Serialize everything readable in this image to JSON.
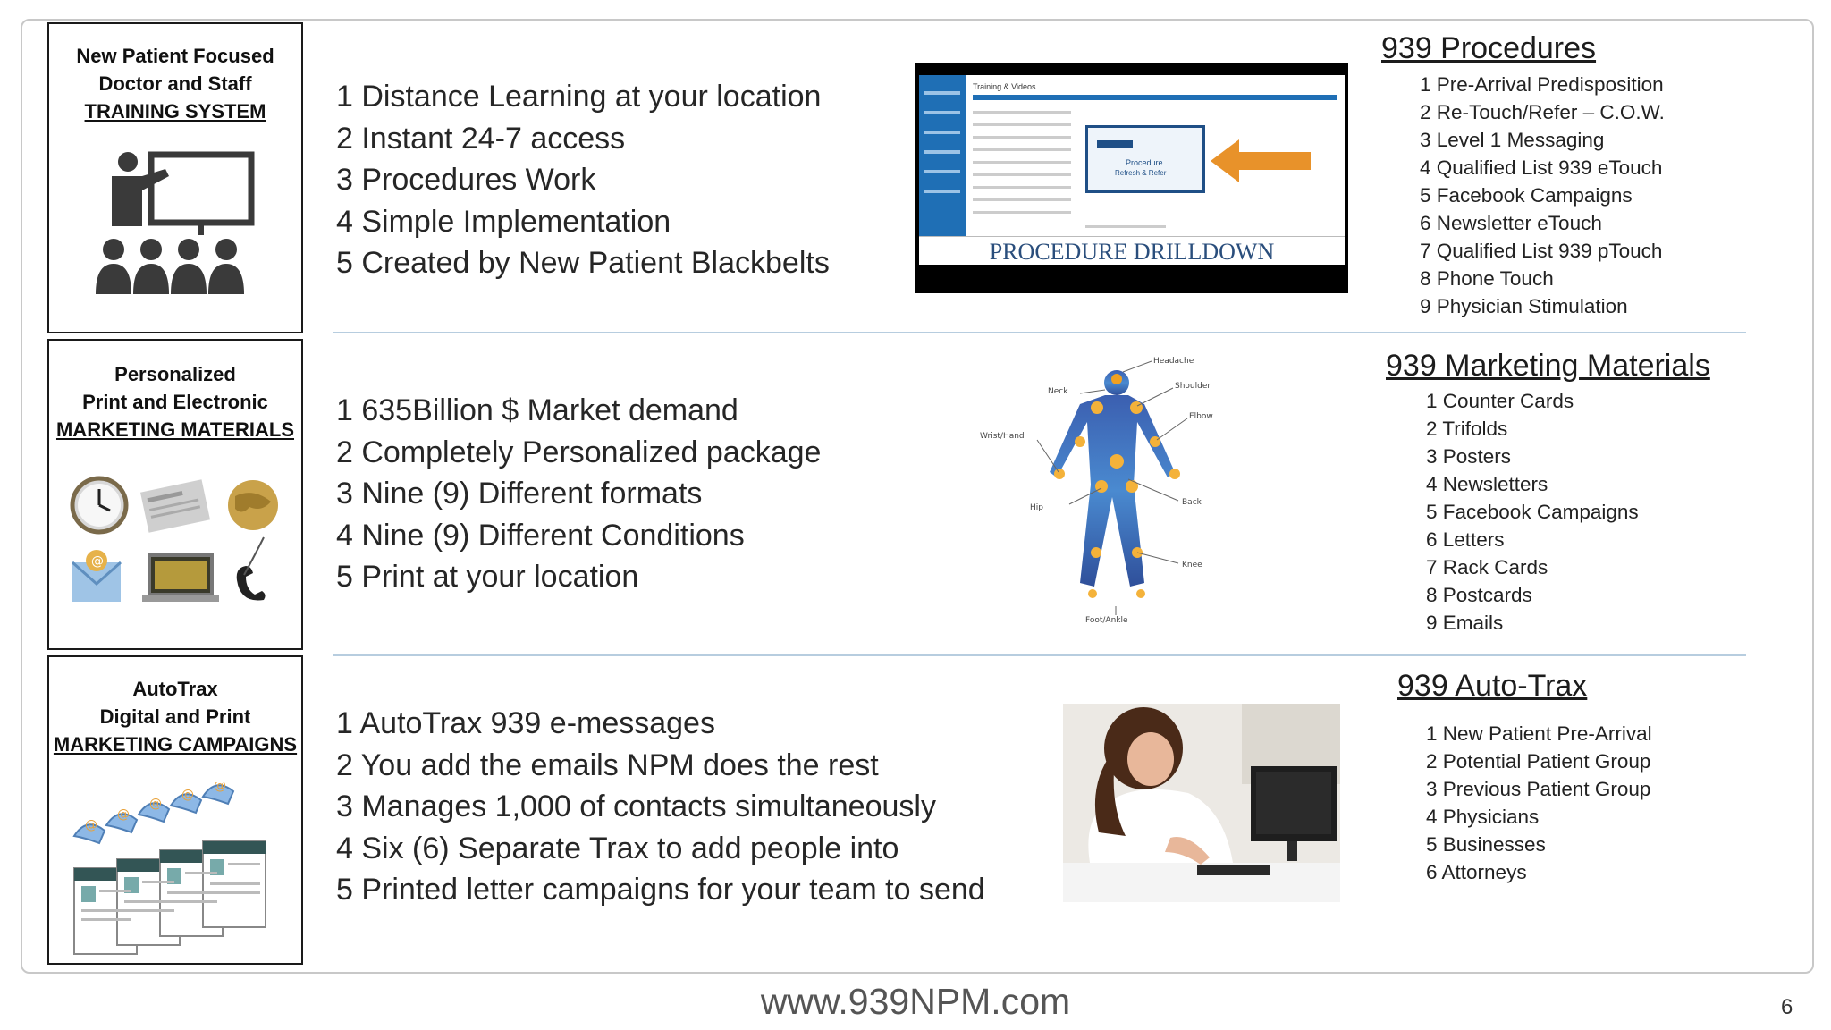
{
  "footer": {
    "url": "www.939NPM.com",
    "page_number": "6"
  },
  "sections": [
    {
      "box": {
        "line1": "New Patient Focused",
        "line2": "Doctor and Staff",
        "line3": "TRAINING SYSTEM",
        "icon": "training-presentation-icon"
      },
      "bullets": [
        "1 Distance Learning at your location",
        "2 Instant 24-7 access",
        "3 Procedures Work",
        "4 Simple Implementation",
        "5 Created by New Patient Blackbelts"
      ],
      "image": {
        "caption": "PROCEDURE DRILLDOWN",
        "tab_label": "Training & Videos",
        "card_line1": "Procedure",
        "card_line2": "Refresh & Refer"
      },
      "side": {
        "heading": "939 Procedures",
        "items": [
          "1 Pre-Arrival Predisposition",
          "2 Re-Touch/Refer – C.O.W.",
          "3 Level 1 Messaging",
          "4 Qualified List 939 eTouch",
          "5 Facebook Campaigns",
          "6 Newsletter eTouch",
          "7 Qualified List 939 pTouch",
          "8 Phone Touch",
          "9 Physician Stimulation"
        ]
      }
    },
    {
      "box": {
        "line1": "Personalized",
        "line2": "Print and Electronic",
        "line3": "MARKETING MATERIALS",
        "icon": "marketing-materials-icon"
      },
      "bullets": [
        "1 635Billion $ Market demand",
        "2 Completely Personalized package",
        "3 Nine (9) Different formats",
        "4 Nine (9) Different Conditions",
        "5 Print at your location"
      ],
      "image": {
        "labels": [
          "Headache",
          "Neck",
          "Shoulder",
          "Elbow",
          "Wrist/Hand",
          "Back",
          "Hip",
          "Knee",
          "Foot/Ankle"
        ]
      },
      "side": {
        "heading": "939 Marketing Materials",
        "items": [
          "1 Counter Cards",
          "2 Trifolds",
          "3 Posters",
          "4 Newsletters",
          "5 Facebook Campaigns",
          "6 Letters",
          "7 Rack Cards",
          "8 Postcards",
          "9 Emails"
        ]
      }
    },
    {
      "box": {
        "line1": "AutoTrax",
        "line2": "Digital and Print",
        "line3": "MARKETING CAMPAIGNS",
        "icon": "email-campaign-icon"
      },
      "bullets": [
        "1 AutoTrax 939 e-messages",
        "2 You add the emails NPM does the rest",
        "3 Manages 1,000 of contacts simultaneously",
        "4 Six (6) Separate Trax to add people into",
        "5 Printed letter campaigns for your team to send"
      ],
      "image": {
        "icon": "woman-at-computer-photo"
      },
      "side": {
        "heading": "939 Auto-Trax",
        "items": [
          "1 New Patient Pre-Arrival",
          "2 Potential Patient Group",
          "3 Previous Patient Group",
          "4 Physicians",
          "5 Businesses",
          "6 Attorneys"
        ]
      }
    }
  ]
}
